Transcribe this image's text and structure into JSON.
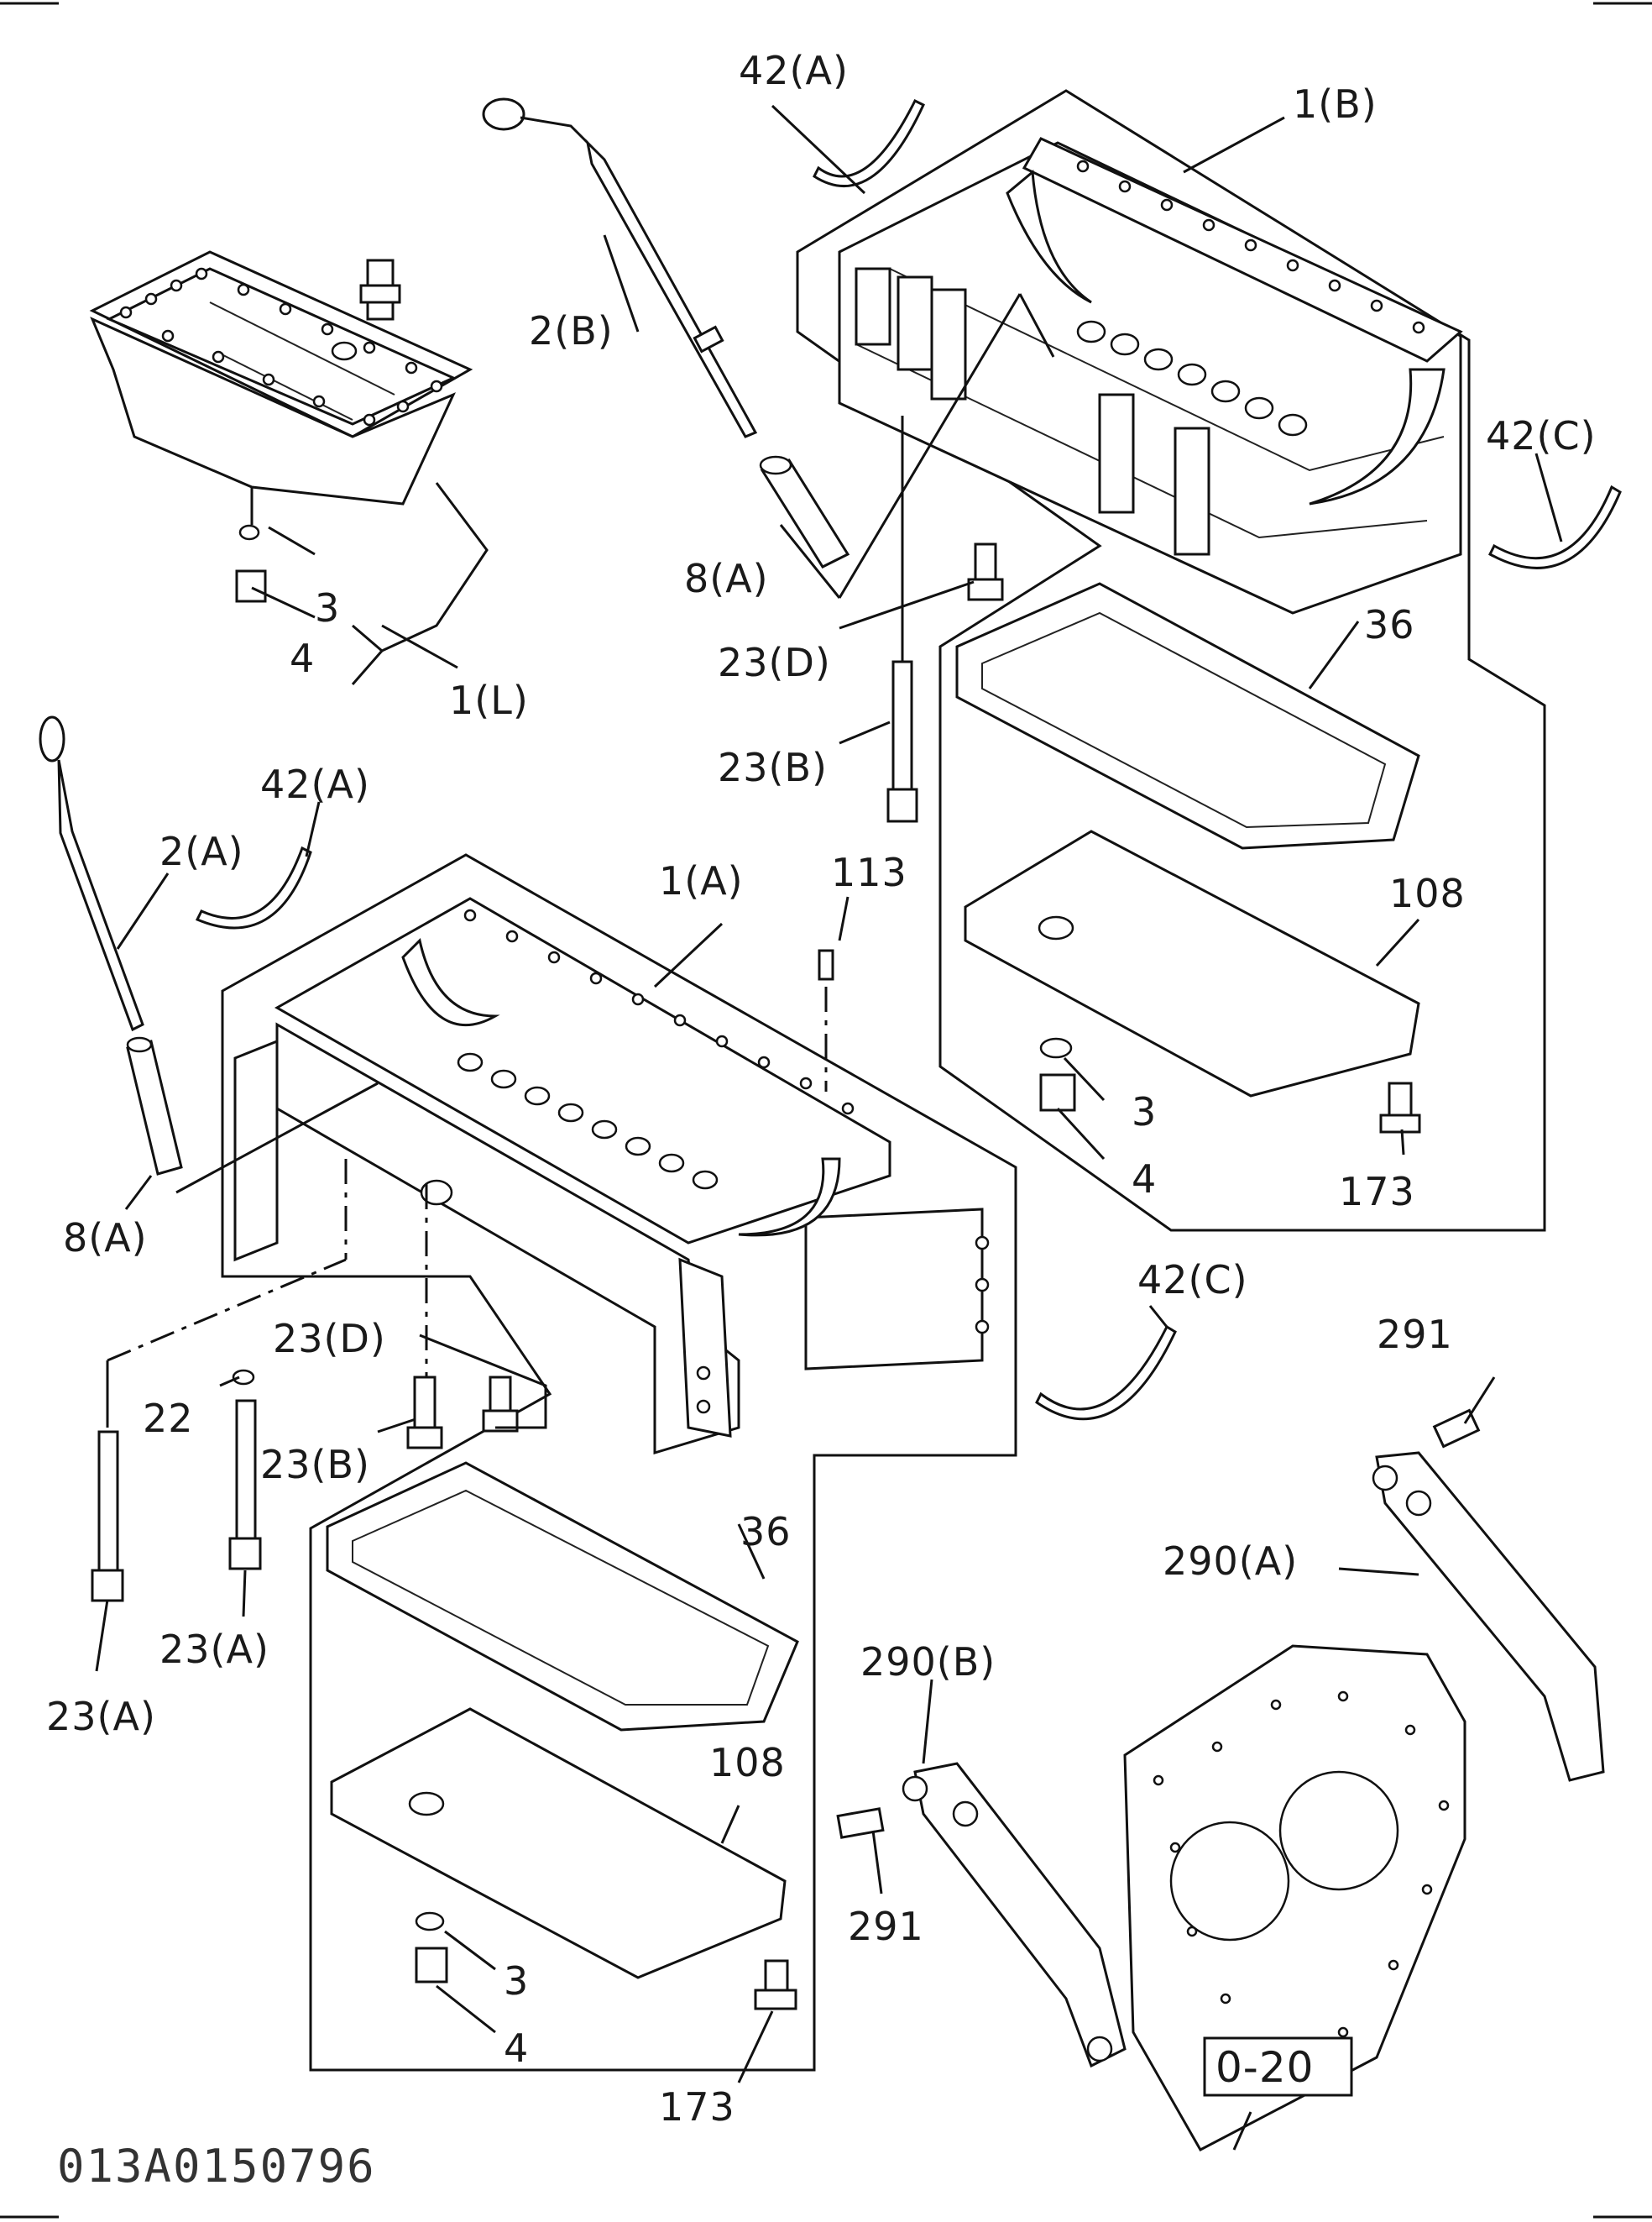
{
  "diagram": {
    "document_code": "013A0150796",
    "reference_box": "0-20",
    "labels": {
      "p42a_top": "42(A)",
      "p1b": "1(B)",
      "p2b": "2(B)",
      "p42c_top": "42(C)",
      "p8a_top": "8(A)",
      "p3_top_left": "3",
      "p4_top_left": "4",
      "p1l": "1(L)",
      "p23d_top": "23(D)",
      "p36_top": "36",
      "p23b_top": "23(B)",
      "p42a_mid": "42(A)",
      "p2a": "2(A)",
      "p1a": "1(A)",
      "p113": "113",
      "p108_top": "108",
      "p3_right": "3",
      "p4_right": "4",
      "p173_right": "173",
      "p8a_left": "8(A)",
      "p42c_mid": "42(C)",
      "p23d_mid": "23(D)",
      "p291_top": "291",
      "p22": "22",
      "p23b_mid": "23(B)",
      "p36_bottom": "36",
      "p290a": "290(A)",
      "p23a_mid": "23(A)",
      "p23a_left": "23(A)",
      "p290b": "290(B)",
      "p108_bottom": "108",
      "p291_bottom": "291",
      "p3_bottom": "3",
      "p4_bottom": "4",
      "p173_bottom": "173"
    }
  }
}
